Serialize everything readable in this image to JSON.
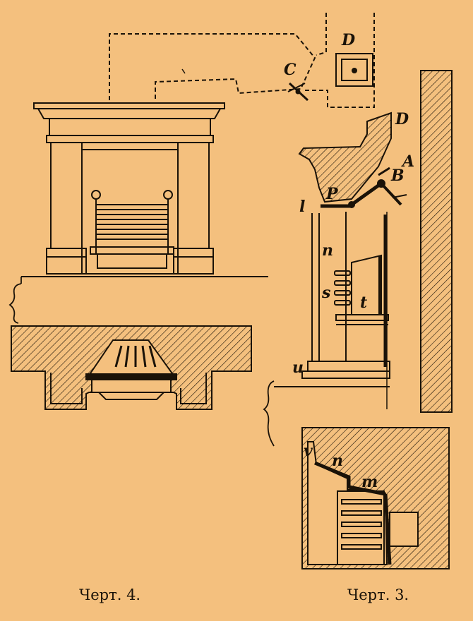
{
  "palette": {
    "paper": "#F4C07E",
    "ink": "#1a1208"
  },
  "figure4": {
    "caption": "Черт. 4.",
    "labels": {
      "C": "C",
      "D": "D"
    }
  },
  "figure3": {
    "caption": "Черт. 3.",
    "labels": {
      "D": "D",
      "A": "A",
      "B": "B",
      "P": "P",
      "l": "l",
      "n": "n",
      "s": "s",
      "t": "t",
      "u": "u",
      "v": "v",
      "n2": "n",
      "m": "m"
    }
  }
}
